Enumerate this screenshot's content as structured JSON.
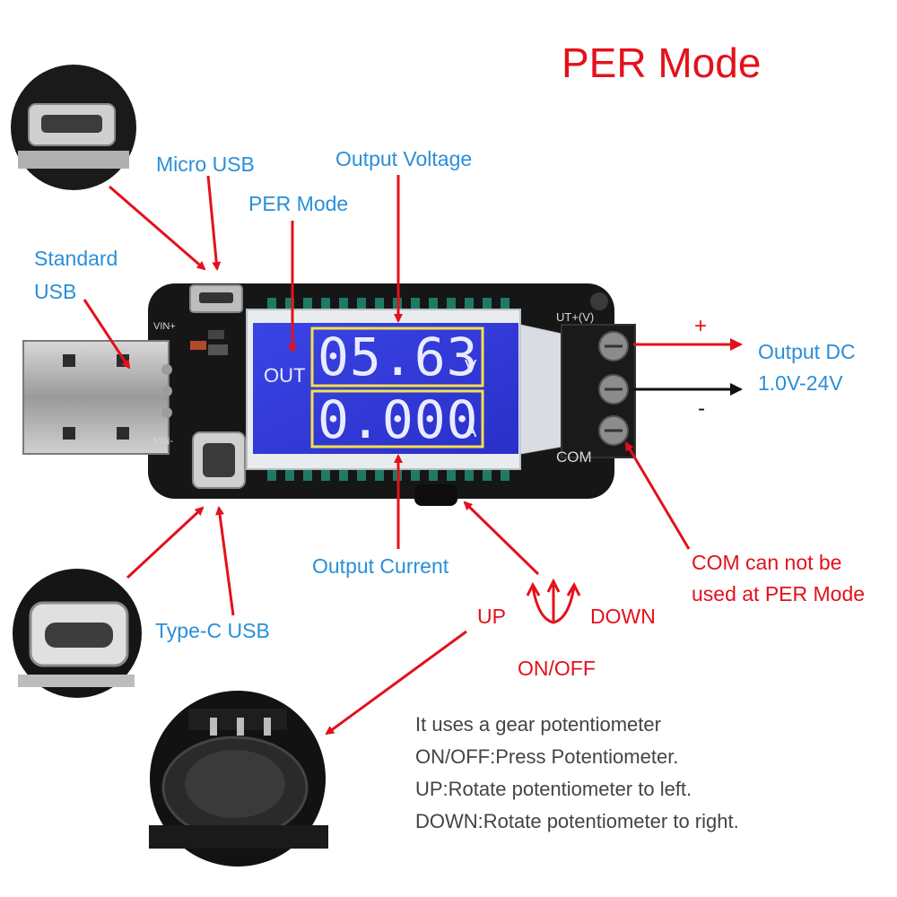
{
  "title": "PER Mode",
  "labels": {
    "micro_usb": "Micro USB",
    "standard_usb_line1": "Standard",
    "standard_usb_line2": "USB",
    "per_mode_small": "PER Mode",
    "output_voltage": "Output Voltage",
    "output_current": "Output Current",
    "type_c_usb": "Type-C USB",
    "output_dc_line1": "Output DC",
    "output_dc_line2": "1.0V-24V",
    "plus_sign": "+",
    "minus_sign": "-",
    "com_line1": "COM can not be",
    "com_line2": "used at PER Mode",
    "up": "UP",
    "down": "DOWN",
    "on_off": "ON/OFF"
  },
  "board": {
    "lcd_mode": "OUT",
    "voltage_reading": "05.63",
    "voltage_unit": "V",
    "current_reading": "0.000",
    "current_unit": "A",
    "silk_out": "UT+(V)",
    "silk_com": "COM",
    "silk_vin_plus": "VIN+",
    "silk_vin_minus": "VIN-"
  },
  "notes": [
    "It uses a gear potentiometer",
    "ON/OFF:Press Potentiometer.",
    "UP:Rotate potentiometer to left.",
    "DOWN:Rotate potentiometer to right."
  ],
  "colors": {
    "label_blue": "#2a8fd8",
    "arrow_red": "#e3111b",
    "lcd_blue": "#2f37d8",
    "highlight_yellow": "#f4e04a"
  }
}
